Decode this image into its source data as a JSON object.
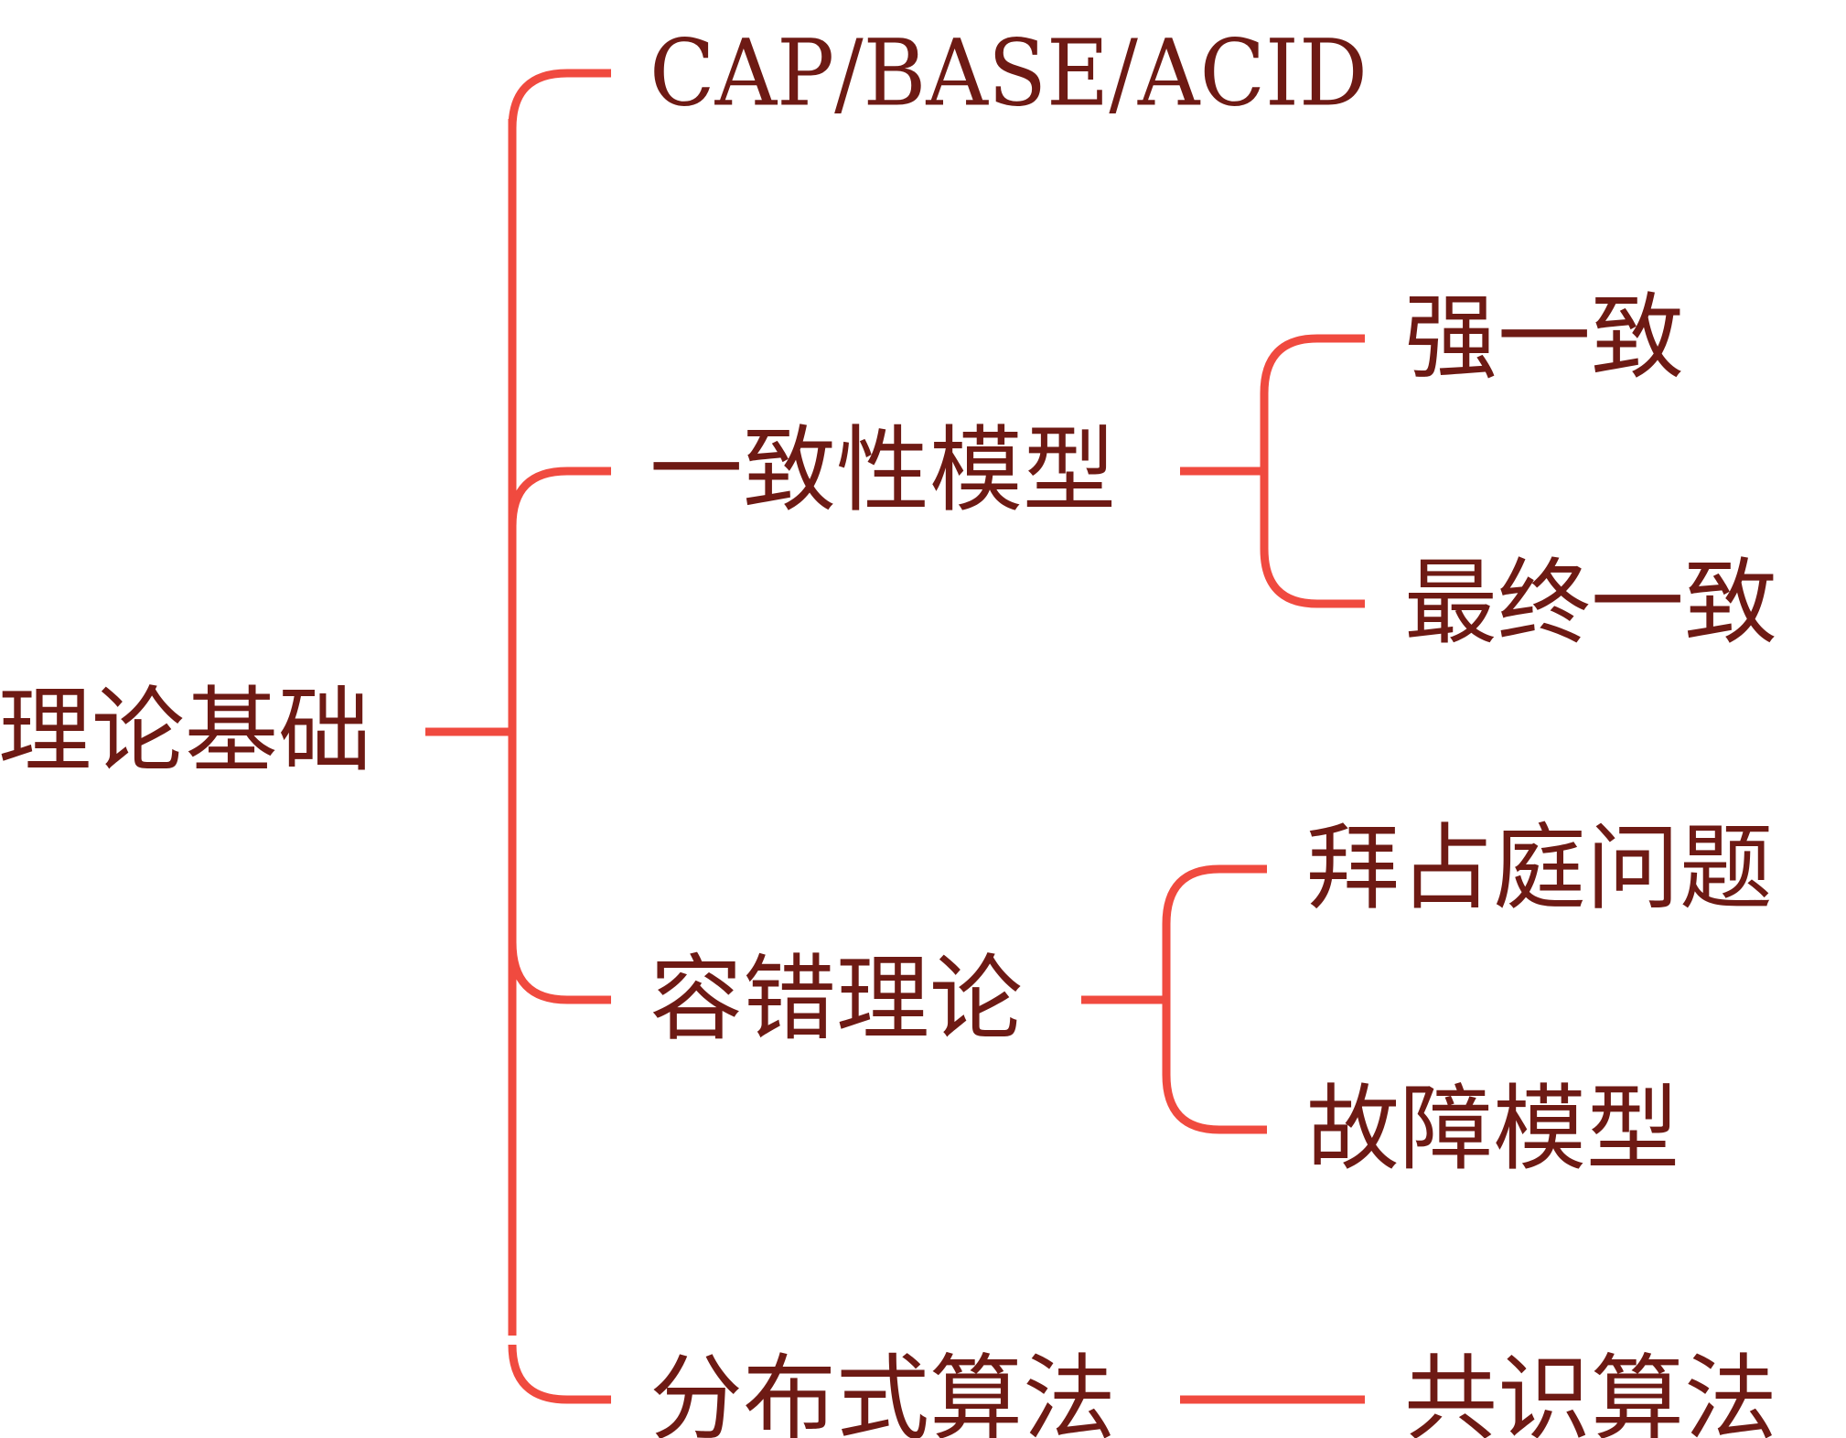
{
  "tree": {
    "root": {
      "label": "理论基础"
    },
    "branches": [
      {
        "label": "CAP/BASE/ACID",
        "children": []
      },
      {
        "label": "一致性模型",
        "children": [
          {
            "label": "强一致"
          },
          {
            "label": "最终一致"
          }
        ]
      },
      {
        "label": "容错理论",
        "children": [
          {
            "label": "拜占庭问题"
          },
          {
            "label": "故障模型"
          }
        ]
      },
      {
        "label": "分布式算法",
        "children": [
          {
            "label": "共识算法"
          }
        ]
      }
    ]
  },
  "colors": {
    "connector": "#f04a3f",
    "text": "#6e1a14",
    "background": "#ffffff"
  }
}
